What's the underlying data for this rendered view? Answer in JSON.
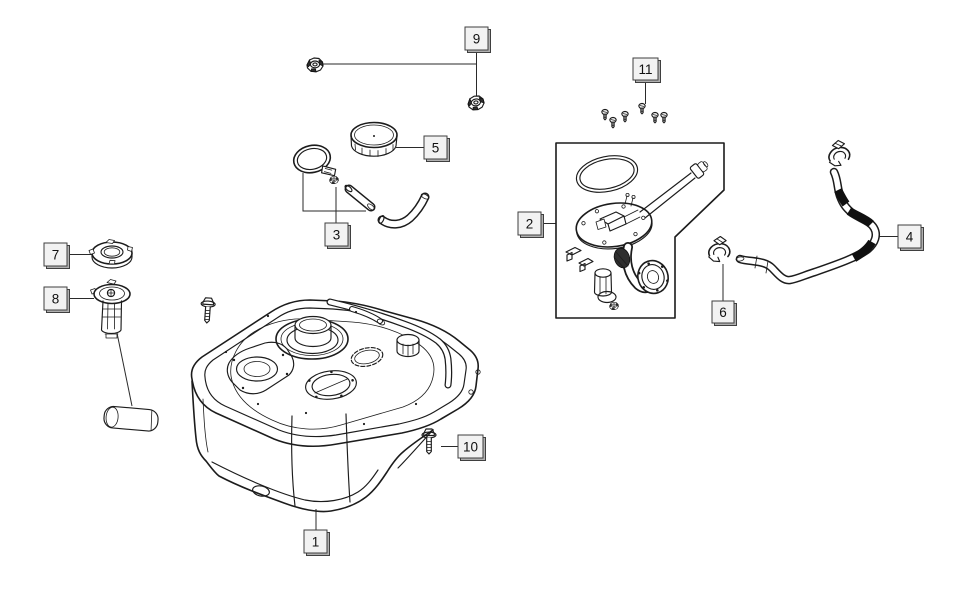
{
  "figure": {
    "kind": "exploded-parts-diagram",
    "background_color": "#ffffff",
    "line_color": "#1c1c1c",
    "callout_box_fill": "#f2f2f2",
    "callout_box_border": "#3f3f3f",
    "callout_box_shadow": "#b0b0b0"
  },
  "callouts": {
    "c1": {
      "label": "1"
    },
    "c2": {
      "label": "2"
    },
    "c3": {
      "label": "3"
    },
    "c4": {
      "label": "4"
    },
    "c5": {
      "label": "5"
    },
    "c6": {
      "label": "6"
    },
    "c7": {
      "label": "7"
    },
    "c8": {
      "label": "8"
    },
    "c9": {
      "label": "9"
    },
    "c10": {
      "label": "10"
    },
    "c11": {
      "label": "11"
    }
  }
}
